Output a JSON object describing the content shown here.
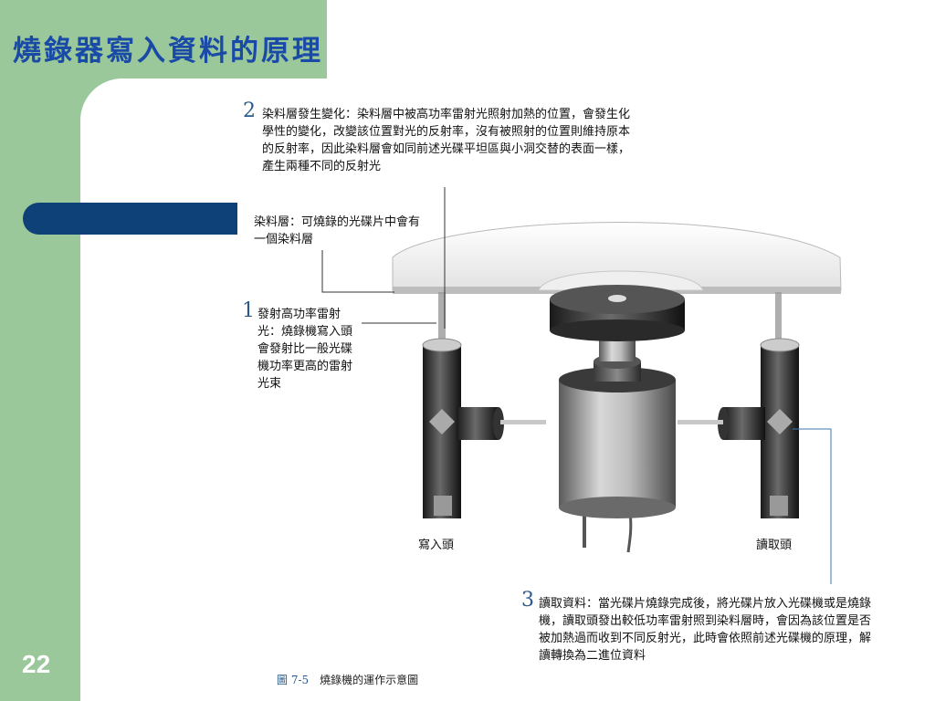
{
  "slide": {
    "title": "燒錄器寫入資料的原理",
    "page_number": "22"
  },
  "notes": {
    "n2": {
      "number": "2",
      "text": "染料層發生變化：染料層中被高功率雷射光照射加熱的位置，會發生化學性的變化，改變該位置對光的反射率，沒有被照射的位置則維持原本的反射率，因此染料層會如同前述光碟平坦區與小洞交替的表面一樣，產生兩種不同的反射光"
    },
    "dye": {
      "text": "染料層：可燒錄的光碟片中會有一個染料層"
    },
    "n1": {
      "number": "1",
      "text": "發射高功率雷射光：燒錄機寫入頭會發射比一般光碟機功率更高的雷射光束"
    },
    "n3": {
      "number": "3",
      "text": "讀取資料：當光碟片燒錄完成後，將光碟片放入光碟機或是燒錄機，讀取頭發出較低功率雷射照到染料層時，會因為該位置是否被加熱過而收到不同反射光，此時會依照前述光碟機的原理，解讀轉換為二進位資料"
    }
  },
  "labels": {
    "write_head": "寫入頭",
    "read_head": "讀取頭"
  },
  "caption": {
    "figure": "圖 7-5",
    "text": "燒錄機的運作示意圖"
  },
  "colors": {
    "green_band": "#9ac89a",
    "title": "#1a4aa8",
    "accent_bar": "#0d4177",
    "number": "#2b5a8a",
    "leader_blue": "#3a7ab0"
  }
}
